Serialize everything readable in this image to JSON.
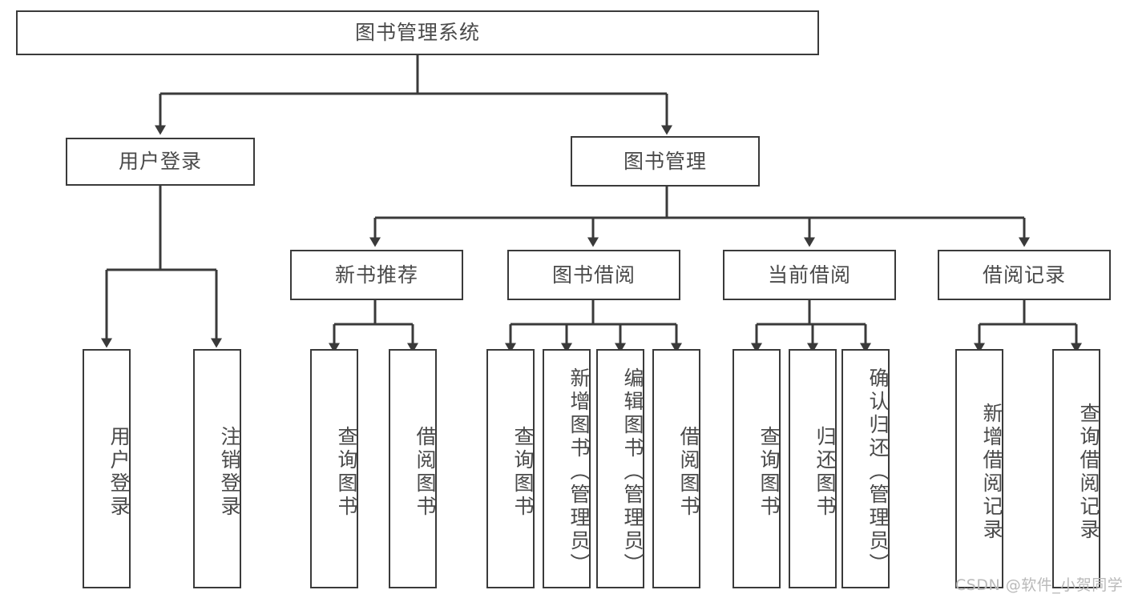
{
  "diagram": {
    "title": "图书管理系统",
    "type": "tree",
    "root": {
      "label": "图书管理系统"
    },
    "level2": [
      {
        "label": "用户登录"
      },
      {
        "label": "图书管理"
      }
    ],
    "level3": [
      {
        "label": "新书推荐"
      },
      {
        "label": "图书借阅"
      },
      {
        "label": "当前借阅"
      },
      {
        "label": "借阅记录"
      }
    ],
    "leaves": {
      "user_login": [
        {
          "label": "用户登录"
        },
        {
          "label": "注销登录"
        }
      ],
      "new_book_recommend": [
        {
          "label": "查询图书"
        },
        {
          "label": "借阅图书"
        }
      ],
      "book_borrow": [
        {
          "label": "查询图书"
        },
        {
          "label": "新增图书（管理员）"
        },
        {
          "label": "编辑图书（管理员）"
        },
        {
          "label": "借阅图书"
        }
      ],
      "current_borrow": [
        {
          "label": "查询图书"
        },
        {
          "label": "归还图书"
        },
        {
          "label": "确认归还（管理员）"
        }
      ],
      "borrow_record": [
        {
          "label": "新增借阅记录"
        },
        {
          "label": "查询借阅记录"
        }
      ]
    }
  },
  "watermark": {
    "text": "CSDN @软件_小贺同学"
  },
  "colors": {
    "stroke": "#3a3a3a",
    "text": "#4a4a4a",
    "background": "#ffffff",
    "watermark": "#b9b9b9"
  }
}
